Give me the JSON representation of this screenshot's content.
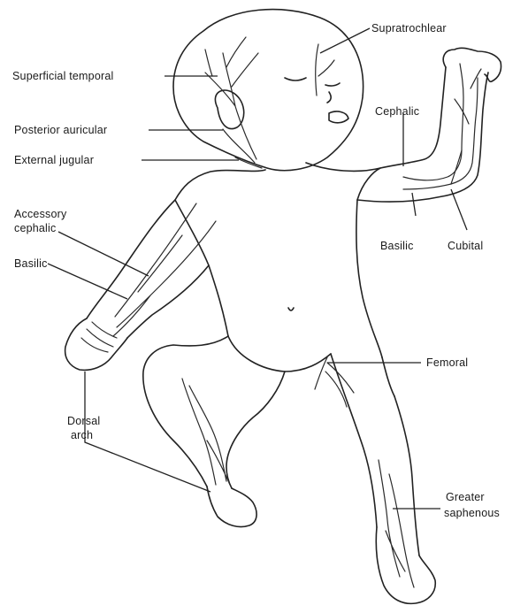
{
  "labels": {
    "superficial_temporal": "Superficial temporal",
    "posterior_auricular": "Posterior auricular",
    "external_jugular": "External jugular",
    "accessory_cephalic_1": "Accessory",
    "accessory_cephalic_2": "cephalic",
    "basilic_left": "Basilic",
    "dorsal_arch_1": "Dorsal",
    "dorsal_arch_2": "arch",
    "supratrochlear": "Supratrochlear",
    "cephalic": "Cephalic",
    "basilic_right": "Basilic",
    "cubital": "Cubital",
    "femoral": "Femoral",
    "greater_saphenous_1": "Greater",
    "greater_saphenous_2": "saphenous"
  }
}
